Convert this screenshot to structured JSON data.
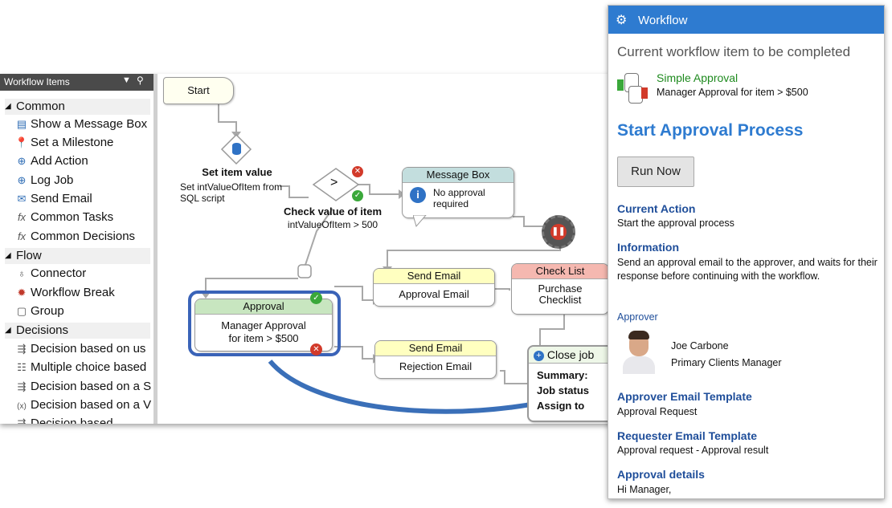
{
  "toolbox": {
    "title": "Workflow Items",
    "categories": [
      {
        "label": "Common",
        "items": [
          {
            "icon": "message-box-icon",
            "label": "Show a Message Box"
          },
          {
            "icon": "milestone-icon",
            "label": "Set a Milestone"
          },
          {
            "icon": "add-action-icon",
            "label": "Add Action"
          },
          {
            "icon": "log-job-icon",
            "label": "Log Job"
          },
          {
            "icon": "send-email-icon",
            "label": "Send Email"
          },
          {
            "icon": "function-icon",
            "label": "Common Tasks"
          },
          {
            "icon": "function-icon",
            "label": "Common Decisions"
          }
        ]
      },
      {
        "label": "Flow",
        "items": [
          {
            "icon": "connector-icon",
            "label": "Connector"
          },
          {
            "icon": "workflow-break-icon",
            "label": "Workflow Break"
          },
          {
            "icon": "group-icon",
            "label": "Group"
          }
        ]
      },
      {
        "label": "Decisions",
        "items": [
          {
            "icon": "decision-icon",
            "label": "Decision based on us"
          },
          {
            "icon": "multiple-choice-icon",
            "label": "Multiple choice based"
          },
          {
            "icon": "decision-icon",
            "label": "Decision based on a S"
          },
          {
            "icon": "decision-variable-icon",
            "label": "Decision based on a V"
          },
          {
            "icon": "decision-icon",
            "label": "Decision based"
          }
        ]
      }
    ]
  },
  "canvas": {
    "start_label": "Start",
    "set_item_title": "Set item value",
    "set_item_desc_1": "Set intValueOfItem from",
    "set_item_desc_2": "SQL script",
    "decision_symbol": ">",
    "check_title": "Check value of item",
    "check_desc": "intValueOfItem > 500",
    "message_box": {
      "header": "Message Box",
      "line1": "No approval",
      "line2": "required"
    },
    "approval": {
      "header": "Approval",
      "line1": "Manager Approval",
      "line2": "for item > $500"
    },
    "send_email_1": {
      "header": "Send Email",
      "body": "Approval Email"
    },
    "send_email_2": {
      "header": "Send Email",
      "body": "Rejection Email"
    },
    "checklist": {
      "header": "Check List",
      "line1": "Purchase",
      "line2": "Checklist"
    },
    "close_job": {
      "header": "Close job",
      "line1": "Summary:",
      "line2": "Job status",
      "line3": "Assign to"
    }
  },
  "panel": {
    "title": "Workflow",
    "current_heading": "Current workflow item to be completed",
    "item_name": "Simple Approval",
    "item_desc": "Manager Approval for item > $500",
    "process_title": "Start Approval Process",
    "run_button": "Run Now",
    "current_action_h": "Current Action",
    "current_action_t": "Start the approval process",
    "information_h": "Information",
    "information_t": "Send an approval email to the approver, and waits for their response before continuing with the workflow.",
    "approver_label": "Approver",
    "approver_name": "Joe Carbone",
    "approver_role": "Primary Clients Manager",
    "approver_template_h": "Approver Email Template",
    "approver_template_t": "Approval Request",
    "requester_template_h": "Requester Email Template",
    "requester_template_t": "Approval request - Approval result",
    "details_h": "Approval details",
    "details_t": "Hi Manager,"
  },
  "colors": {
    "panel_header": "#2e7bd0",
    "heading_blue": "#1f4e9a",
    "approval_green": "#1e8a1e",
    "highlight_blue": "#3a63b8",
    "email_header": "#ffffc0",
    "approval_header": "#c8e6c0",
    "message_header": "#c3dede",
    "checklist_header": "#f5b8b0"
  }
}
